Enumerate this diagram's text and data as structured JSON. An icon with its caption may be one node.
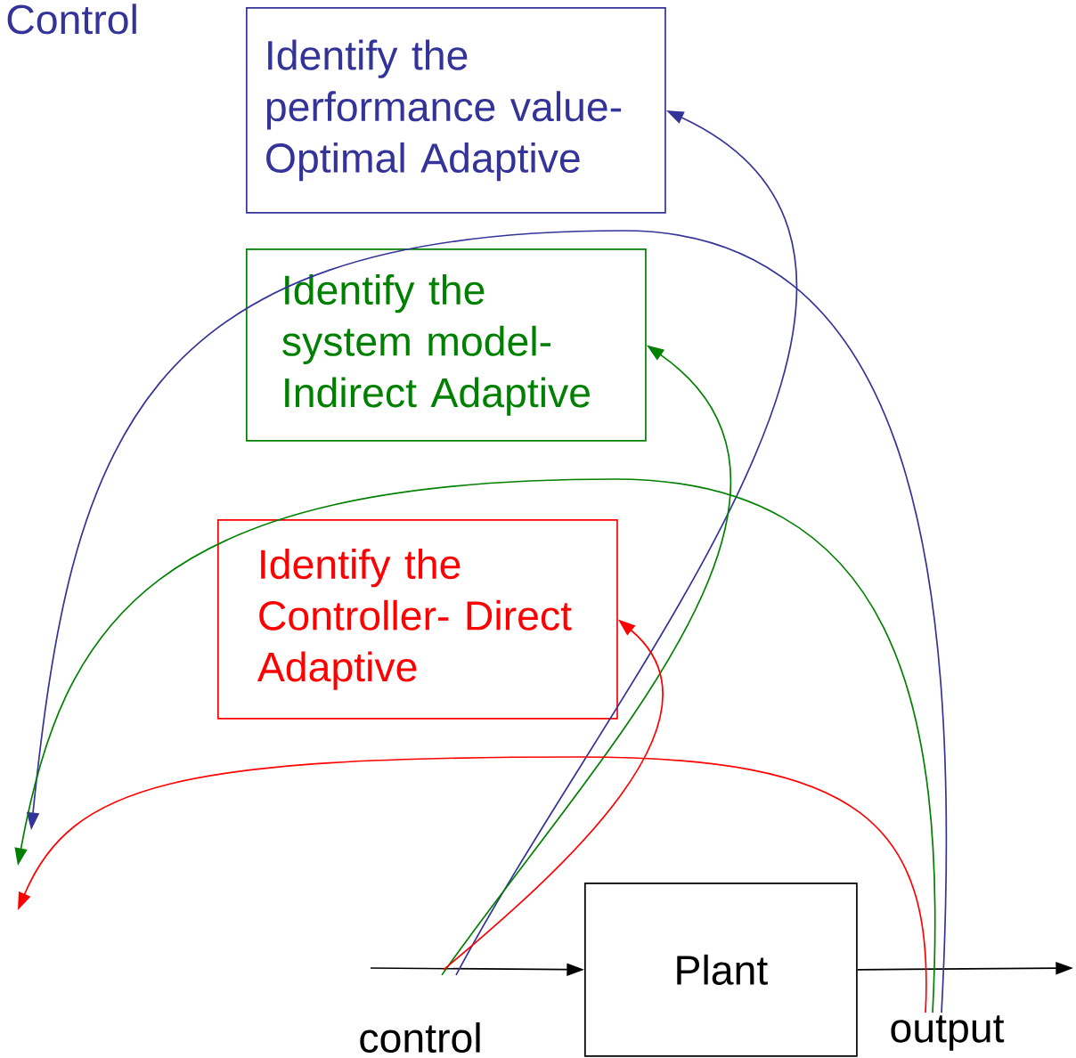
{
  "diagram": {
    "nodes": [
      {
        "text": [
          "Identify the performance value- Optimal Adaptive"
        ]
      },
      {
        "text": [
          "Identify the system model- Indirect Adaptive"
        ]
      },
      {
        "text": [
          "Identify the Controller- Direct Adaptive"
        ]
      },
      {
        "text": [
          "Plant"
        ]
      },
      {
        "text": [
          "control"
        ]
      },
      {
        "text": [
          "output"
        ]
      }
    ],
    "edges": [
      {
        "from": null,
        "to": 3,
        "arrow": "to",
        "color": "#000000"
      },
      {
        "from": 3,
        "to": null,
        "arrow": "to",
        "color": "#000000"
      },
      {
        "from": 4,
        "to": 0,
        "arrow": "to",
        "color": "#333399"
      },
      {
        "from": 4,
        "to": 1,
        "arrow": "to",
        "color": "#008000"
      },
      {
        "from": 4,
        "to": 2,
        "arrow": "to",
        "color": "#ff0000"
      },
      {
        "from": 5,
        "to": null,
        "arrow": "to",
        "color": "#333399"
      },
      {
        "from": 5,
        "to": null,
        "arrow": "to",
        "color": "#008000"
      },
      {
        "from": 5,
        "to": null,
        "arrow": "to",
        "color": "#ff0000"
      }
    ],
    "labels": [
      "Control"
    ]
  }
}
